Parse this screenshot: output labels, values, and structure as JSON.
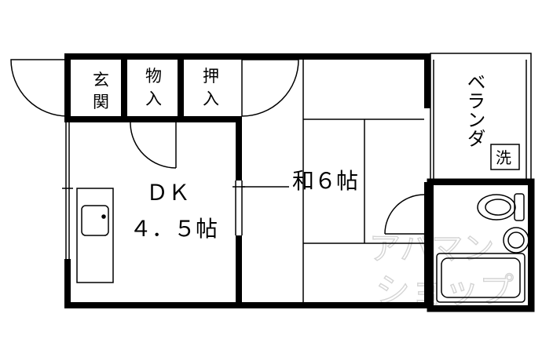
{
  "floor_plan": {
    "rooms": {
      "entrance": {
        "line1": "玄",
        "line2": "関"
      },
      "storage": {
        "line1": "物",
        "line2": "入"
      },
      "closet": {
        "line1": "押",
        "line2": "入"
      },
      "balcony": {
        "label": "ベランダ"
      },
      "laundry": {
        "label": "洗"
      },
      "dk": {
        "line1": "ＤＫ",
        "line2": "４．５帖"
      },
      "washitsu": {
        "label": "和６帖"
      }
    },
    "watermark": {
      "line1": "アパマン",
      "line2": "ショップ"
    }
  }
}
